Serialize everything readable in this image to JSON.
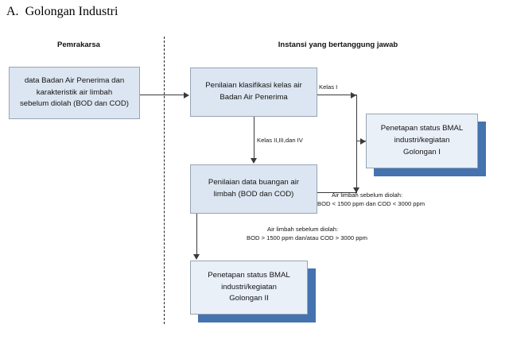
{
  "title": {
    "letter": "A.",
    "text": "Golongan Industri"
  },
  "columns": {
    "left_header": "Pemrakarsa",
    "right_header": "Instansi yang bertanggung jawab"
  },
  "nodes": {
    "data_input": {
      "line1": "data Badan Air Penerima dan",
      "line2": "karakteristik air limbah",
      "line3": "sebelum diolah (BOD dan COD)"
    },
    "klasifikasi": {
      "line1": "Penilaian klasifikasi kelas air",
      "line2": "Badan Air Penerima"
    },
    "buangan": {
      "line1": "Penilaian data buangan air",
      "line2": "limbah (BOD dan COD)"
    },
    "golongan_1": {
      "line1": "Penetapan status BMAL",
      "line2": "industri/kegiatan",
      "line3": "Golongan I"
    },
    "golongan_2": {
      "line1": "Penetapan status BMAL",
      "line2": "industri/kegiatan",
      "line3": "Golongan II"
    }
  },
  "edges": {
    "kelas_1": "Kelas I",
    "kelas_2_3_4": "Kelas II,III,dan IV",
    "cond_low": {
      "line1": "Air limbah sebelum diolah:",
      "line2": "BOD < 1500 ppm dan COD < 3000 ppm"
    },
    "cond_high": {
      "line1": "Air limbah sebelum diolah:",
      "line2": "BOD > 1500 ppm dan/atau COD > 3000 ppm"
    }
  },
  "colors": {
    "box_fill": "#dce6f2",
    "box_border": "#97a4b3",
    "shadow_blue": "#4573b0",
    "connector": "#3a3a3a",
    "text": "#141414"
  }
}
